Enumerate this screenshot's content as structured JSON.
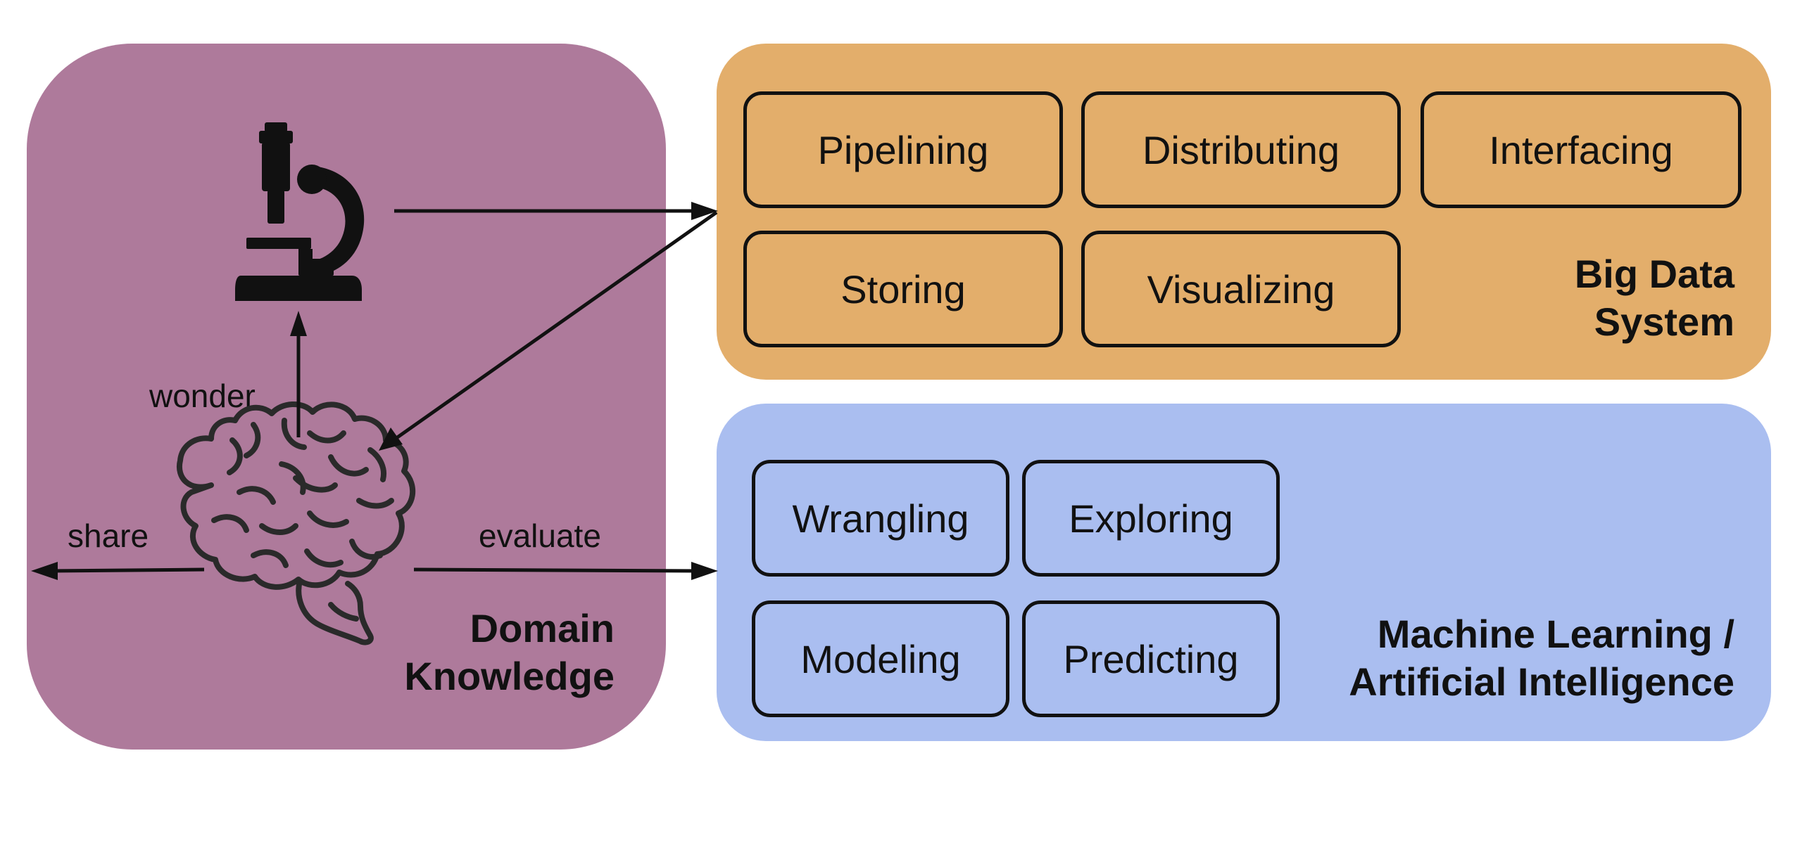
{
  "domain_panel": {
    "title_line1": "Domain",
    "title_line2": "Knowledge",
    "icons": {
      "microscope": "microscope-icon",
      "brain": "brain-icon"
    },
    "colors": {
      "background": "#ae7a9b"
    }
  },
  "big_data_panel": {
    "title_line1": "Big Data",
    "title_line2": "System",
    "boxes": [
      "Pipelining",
      "Distributing",
      "Interfacing",
      "Storing",
      "Visualizing"
    ],
    "colors": {
      "background": "#e3ae6b"
    }
  },
  "ml_panel": {
    "title_line1": "Machine Learning /",
    "title_line2": "Artificial Intelligence",
    "boxes": [
      "Wrangling",
      "Exploring",
      "Modeling",
      "Predicting"
    ],
    "colors": {
      "background": "#aabef0"
    }
  },
  "edges": {
    "wonder": "wonder",
    "share": "share",
    "evaluate": "evaluate"
  }
}
